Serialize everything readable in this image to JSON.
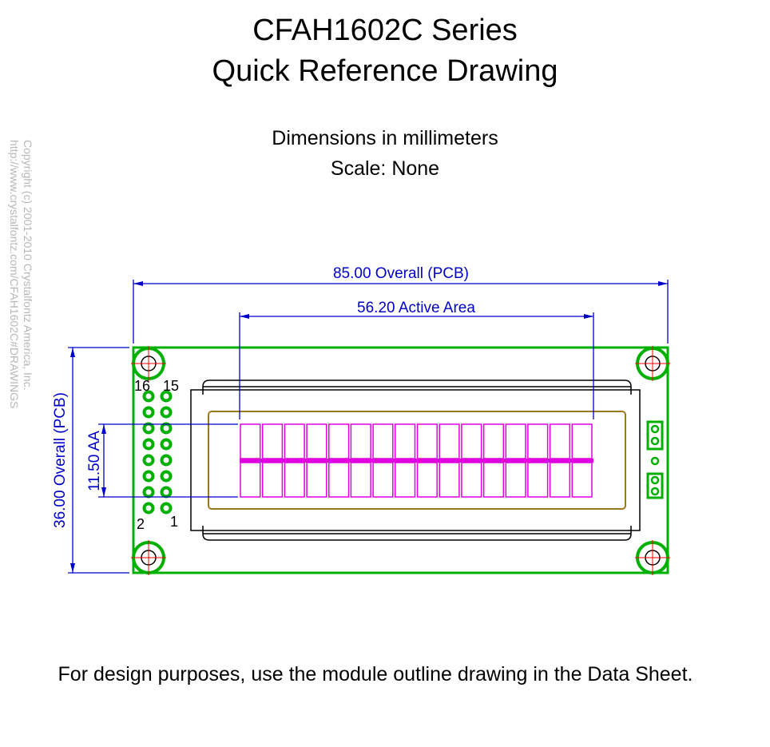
{
  "header": {
    "title_line1": "CFAH1602C Series",
    "title_line2": "Quick Reference Drawing",
    "subtitle_line1": "Dimensions in millimeters",
    "subtitle_line2": "Scale: None"
  },
  "dimensions": {
    "overall_width": "85.00 Overall (PCB)",
    "active_area_width": "56.20 Active Area",
    "overall_height": "36.00 Overall (PCB)",
    "active_area_height": "11.50 AA"
  },
  "pins": {
    "label_16": "16",
    "label_15": "15",
    "label_2": "2",
    "label_1": "1"
  },
  "copyright": {
    "line1": "Copyright (c) 2001-2010 Crystalfontz America, Inc.",
    "line2": "http://www.crystalfontz.com/CFAH1602C#DRAWINGS"
  },
  "footer_note": "For design purposes, use the module outline drawing in the Data Sheet.",
  "colors": {
    "pcb": "#00b000",
    "dimension": "#0000c8",
    "active_area": "#e000e0",
    "bezel": "#9a7a1a",
    "hole_marker": "#ff0000"
  }
}
